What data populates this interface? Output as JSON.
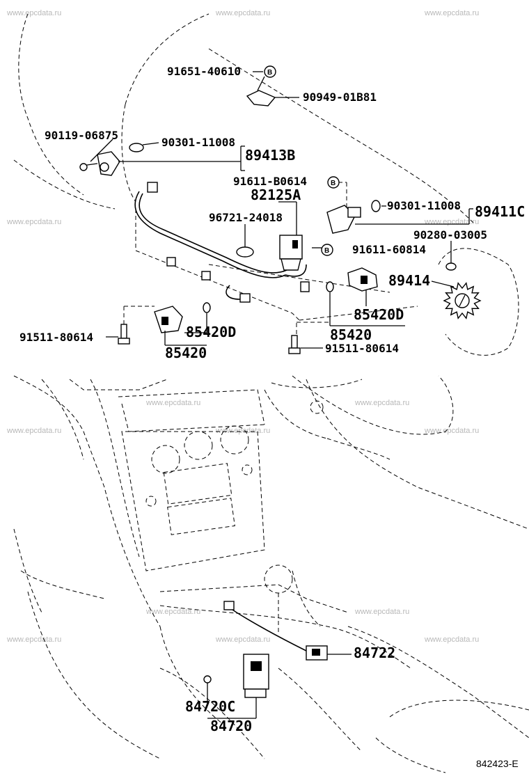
{
  "watermark": "www.epcdata.ru",
  "reference": "842423-E",
  "symbol_b": "B",
  "upper": {
    "p_91651": "91651-40610",
    "p_90949": "90949-01B81",
    "p_90119": "90119-06875",
    "p_90301_left": "90301-11008",
    "p_89413b": "89413B",
    "p_91611_b": "91611-B0614",
    "p_82125a": "82125A",
    "p_96721": "96721-24018",
    "p_90301_right": "90301-11008",
    "p_89411c": "89411C",
    "p_90280": "90280-03005",
    "p_91611_60814": "91611-60814",
    "p_89414": "89414",
    "p_85420d_right": "85420D",
    "p_85420_right": "85420",
    "p_91511_right": "91511-80614",
    "p_91511_left": "91511-80614",
    "p_85420d_left": "85420D",
    "p_85420_left": "85420"
  },
  "lower": {
    "p_84722": "84722",
    "p_84720c": "84720C",
    "p_84720": "84720"
  }
}
